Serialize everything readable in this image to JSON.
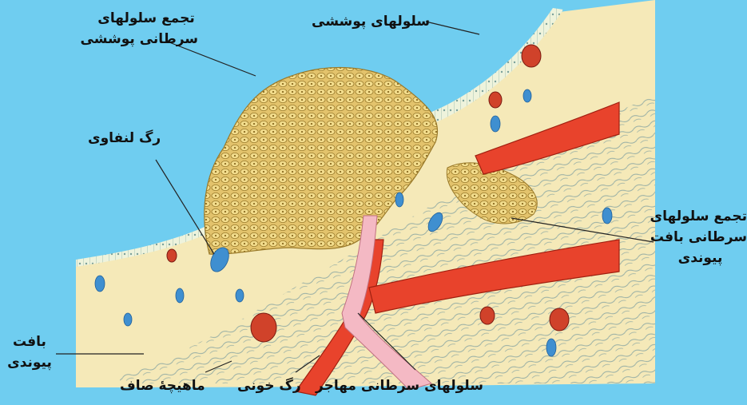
{
  "labels": {
    "cancer_epithelial_cluster_l1": "تجمع سلولهای",
    "cancer_epithelial_cluster_l2": "سرطانی پوششی",
    "epithelial_cells": "سلولهای پوششی",
    "lymph_vessel": "رگ لنفاوی",
    "cancer_connective_cluster_l1": "تجمع سلولهای",
    "cancer_connective_cluster_l2": "سرطانی بافت",
    "cancer_connective_cluster_l3": "پیوندی",
    "connective_tissue_l1": "بافت",
    "connective_tissue_l2": "پیوندی",
    "smooth_muscle": "ماهیچهٔ صاف",
    "blood_vessel": "رگ خونی",
    "migrating_cancer_cells": "سلولهای سرطانی مهاجر"
  },
  "colors": {
    "background": "#6fcdf0",
    "tissue": "#f5e9b8",
    "blood_vessel": "#e8432c",
    "lymph_vessel": "#f4b9c4",
    "cancer_cells": "#d9b45a",
    "blue_cells": "#3f8fd0",
    "fibers": "#7a9a9a"
  }
}
